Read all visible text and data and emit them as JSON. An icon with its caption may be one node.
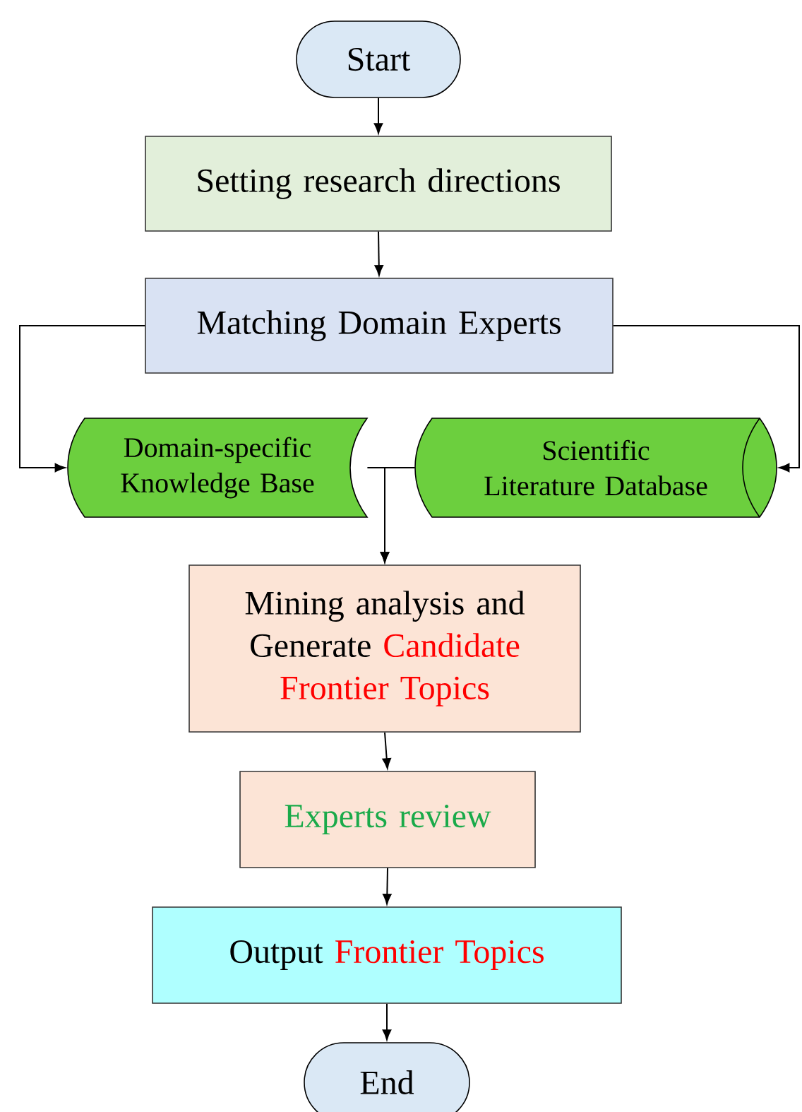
{
  "diagram": {
    "nodes": [
      {
        "text": [
          "Start"
        ]
      },
      {
        "text": [
          "Setting research directions"
        ]
      },
      {
        "text": [
          "Matching Domain Experts"
        ]
      },
      {
        "text": [
          "Domain-specific Knowledge Base"
        ]
      },
      {
        "text": [
          "Scientific Literature Database"
        ]
      },
      {
        "text": [
          "Mining analysis and Generate",
          "Candidate Frontier Topics"
        ]
      },
      {
        "text": [
          "Experts review"
        ]
      },
      {
        "text": [
          "Output",
          "Frontier Topics"
        ]
      },
      {
        "text": [
          "End"
        ]
      }
    ],
    "edges": [
      {
        "from": 0,
        "to": 1,
        "arrow": "to"
      },
      {
        "from": 1,
        "to": 2,
        "arrow": "to"
      },
      {
        "from": 2,
        "to": 3,
        "arrow": "to"
      },
      {
        "from": 2,
        "to": 4,
        "arrow": "to"
      },
      {
        "from": 3,
        "to": 5,
        "arrow": "to"
      },
      {
        "from": 4,
        "to": 5,
        "arrow": "to"
      },
      {
        "from": 5,
        "to": 6,
        "arrow": "to"
      },
      {
        "from": 6,
        "to": 7,
        "arrow": "to"
      },
      {
        "from": 7,
        "to": 8,
        "arrow": "to"
      }
    ]
  }
}
